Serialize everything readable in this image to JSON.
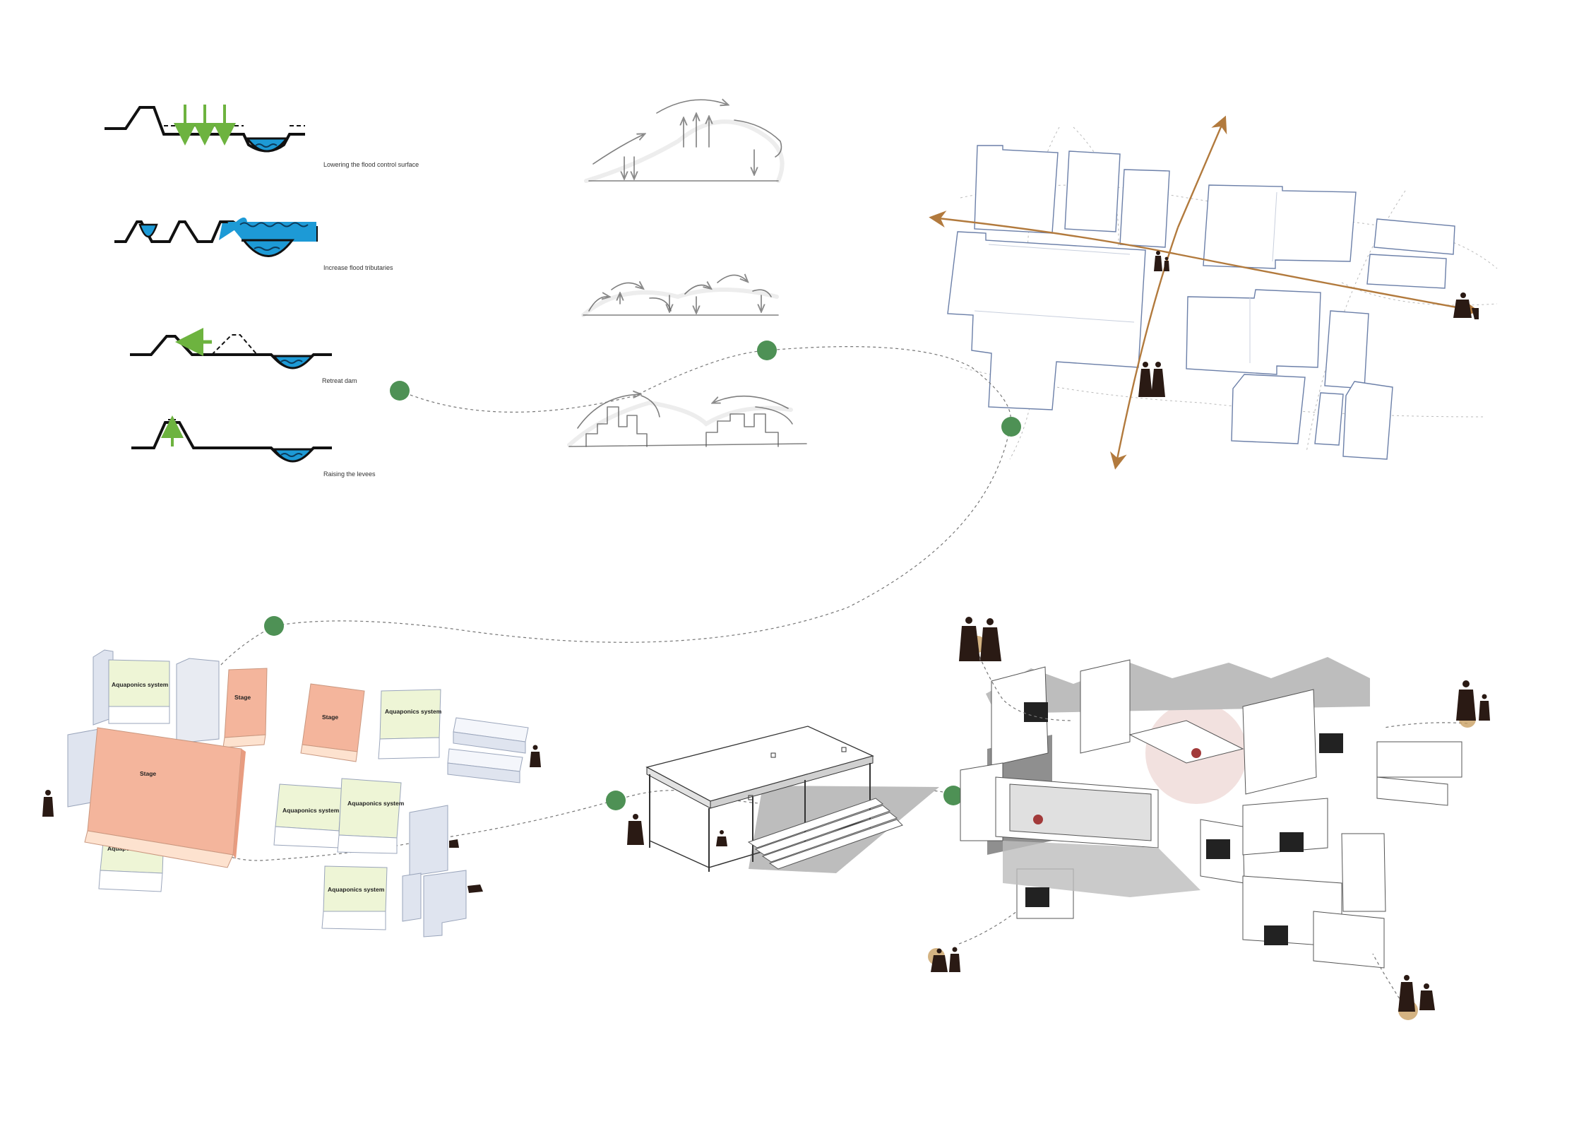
{
  "section_profiles": [
    {
      "label": "Lowering the flood control surface"
    },
    {
      "label": "Increase flood tributaries"
    },
    {
      "label": "Retreat dam"
    },
    {
      "label": "Raising the levees"
    }
  ],
  "blocks": {
    "aquaponics": "Aquaponics system",
    "stage": "Stage"
  },
  "colors": {
    "water": "#1d9ad6",
    "green_arrow": "#6db33f",
    "node": "#4e9155",
    "axis": "#b27a3d",
    "stage_fill": "#f4b59c",
    "aquaponics_fill": "#eef5d6",
    "building_outline": "#6b7fa8",
    "figure": "#2a1a14",
    "highlight_circle": "#c9a063",
    "hotspot": "#a23a3a"
  },
  "icons": [
    "green-node-icon",
    "human-figure-icon",
    "dog-icon",
    "compass-arrow-icon"
  ]
}
